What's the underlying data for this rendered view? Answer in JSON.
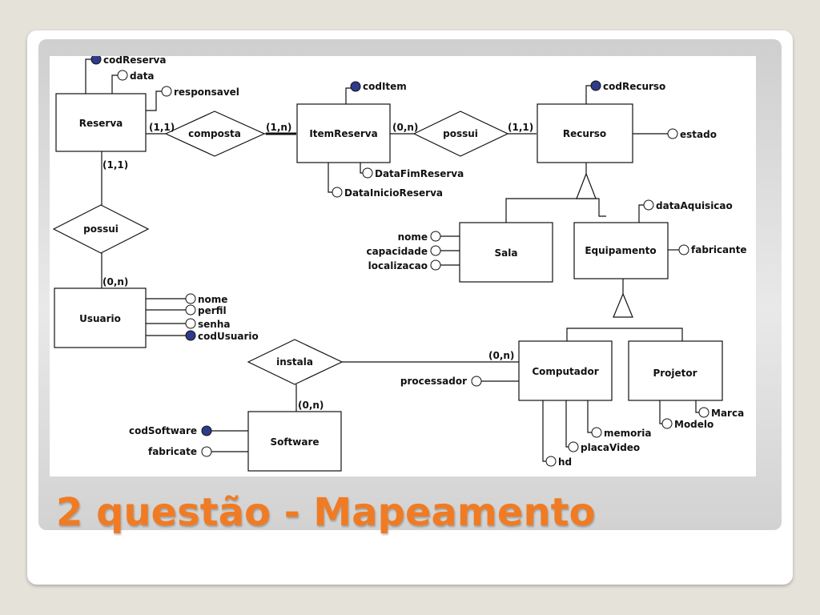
{
  "slide_title": "2 questão - Mapeamento",
  "diagram": {
    "entities": {
      "reserva": "Reserva",
      "item_reserva": "ItemReserva",
      "recurso": "Recurso",
      "usuario": "Usuario",
      "sala": "Sala",
      "equipamento": "Equipamento",
      "computador": "Computador",
      "projetor": "Projetor",
      "software": "Software"
    },
    "relationships": {
      "composta": "composta",
      "possui_item_recurso": "possui",
      "possui_reserva_usuario": "possui",
      "instala": "instala"
    },
    "attributes": {
      "cod_reserva": "codReserva",
      "data": "data",
      "responsavel": "responsavel",
      "cod_item": "codItem",
      "data_fim_reserva": "DataFimReserva",
      "data_inicio_reserva": "DataInicioReserva",
      "cod_recurso": "codRecurso",
      "estado": "estado",
      "data_aquisicao": "dataAquisicao",
      "fabricante": "fabricante",
      "sala_nome": "nome",
      "capacidade": "capacidade",
      "localizacao": "localizacao",
      "usuario_nome": "nome",
      "perfil": "perfil",
      "senha": "senha",
      "cod_usuario": "codUsuario",
      "processador": "processador",
      "memoria": "memoria",
      "placa_video": "placaVideo",
      "hd": "hd",
      "modelo": "Modelo",
      "marca": "Marca",
      "cod_software": "codSoftware",
      "fabricate": "fabricate"
    },
    "cardinalities": {
      "reserva_composta": "(1,1)",
      "item_composta": "(1,n)",
      "item_possui": "(0,n)",
      "recurso_possui": "(1,1)",
      "reserva_possui": "(1,1)",
      "usuario_possui": "(0,n)",
      "computador_instala": "(0,n)",
      "software_instala": "(0,n)"
    }
  },
  "colors": {
    "title": "#f07b23",
    "key_attribute": "#2e3b8a",
    "background": "#e5e2da"
  }
}
